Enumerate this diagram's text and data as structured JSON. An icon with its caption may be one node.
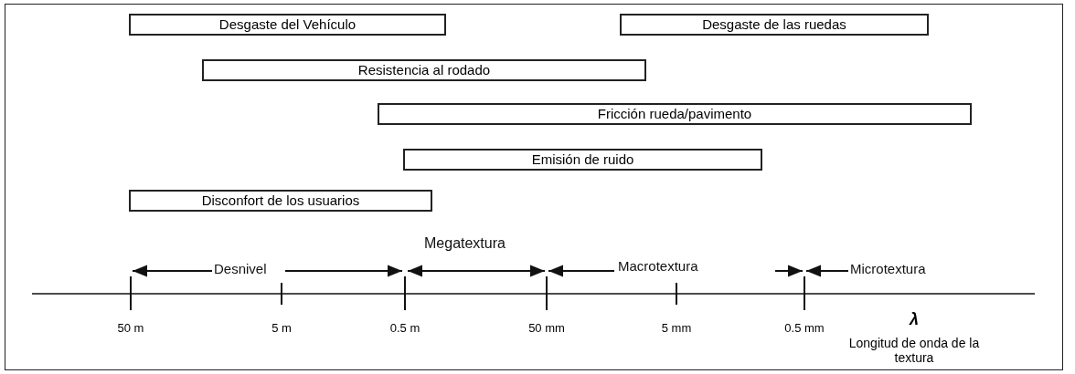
{
  "diagram": {
    "nodes": [
      {
        "text": [
          "Desgaste del Vehículo"
        ]
      },
      {
        "text": [
          "Desgaste de las ruedas"
        ]
      },
      {
        "text": [
          "Resistencia al rodado"
        ]
      },
      {
        "text": [
          "Fricción rueda/pavimento"
        ]
      },
      {
        "text": [
          "Emisión de ruido"
        ]
      },
      {
        "text": [
          "Disconfort de los usuarios"
        ]
      }
    ],
    "labels": [
      "Megatextura",
      "Desnivel",
      "Macrotextura",
      "Microtextura",
      "50 m",
      "5 m",
      "0.5 m",
      "50 mm",
      "5 mm",
      "0.5 mm",
      "λ",
      "Longitud de onda de la textura"
    ]
  }
}
